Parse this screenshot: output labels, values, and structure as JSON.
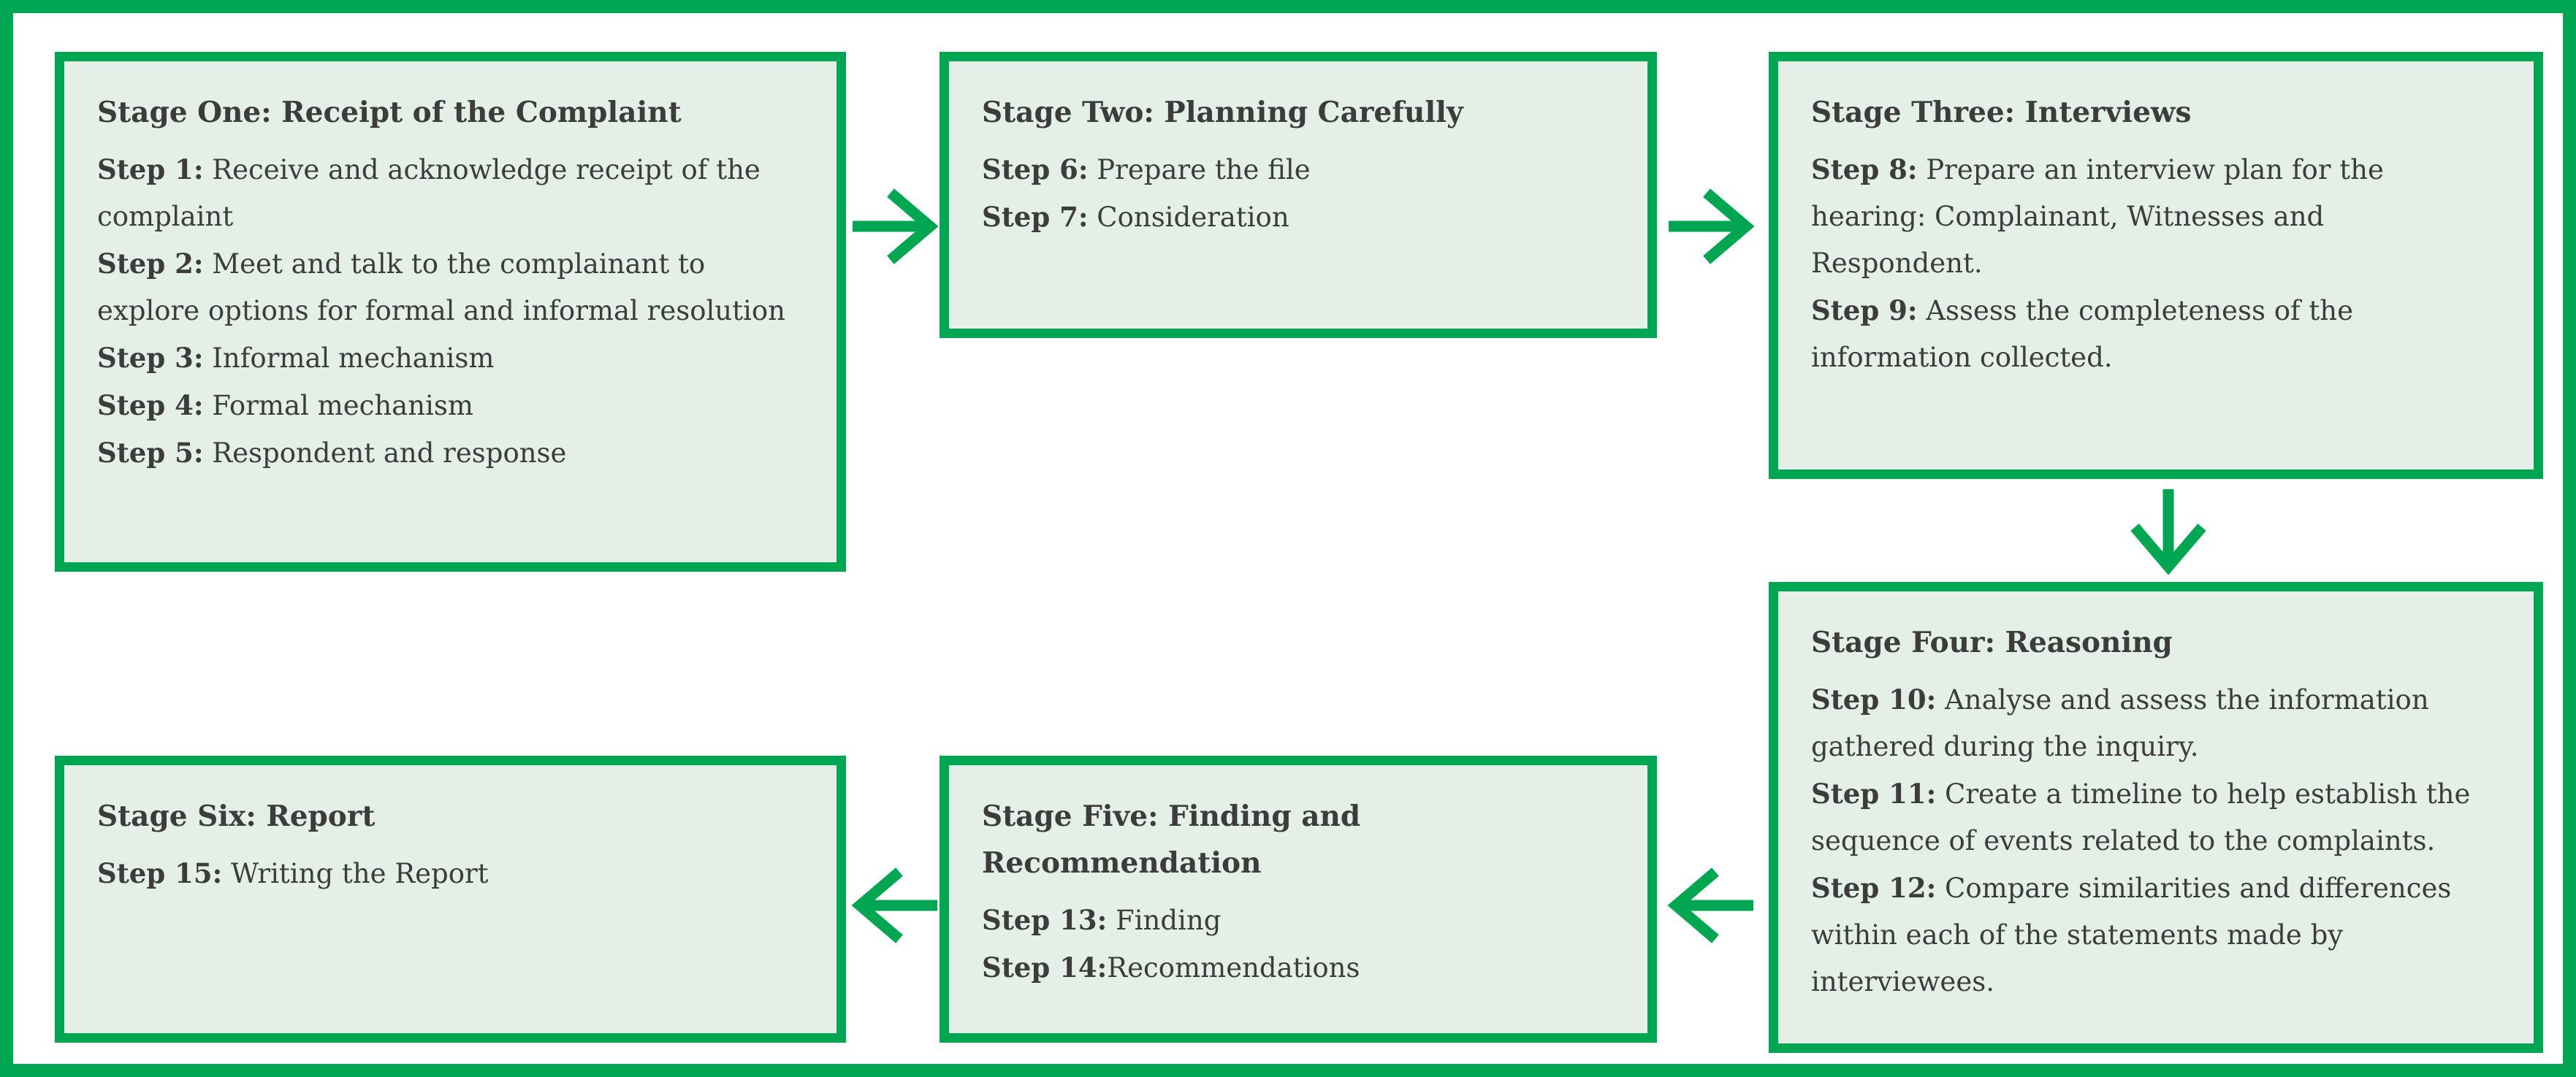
{
  "colors": {
    "green": "#00a651",
    "box_fill": "#e4efe8",
    "text": "#3c3c3c",
    "background": "#ffffff"
  },
  "stages": [
    {
      "title": "Stage One: Receipt of the Complaint",
      "steps": [
        {
          "label": "Step 1:",
          "text": " Receive and acknowledge receipt of the complaint"
        },
        {
          "label": "Step 2:",
          "text": " Meet and talk to the complainant to explore options for formal and informal resolution"
        },
        {
          "label": "Step 3:",
          "text": " Informal mechanism"
        },
        {
          "label": "Step 4:",
          "text": " Formal mechanism"
        },
        {
          "label": "Step 5:",
          "text": " Respondent and response"
        }
      ]
    },
    {
      "title": "Stage Two: Planning Carefully",
      "steps": [
        {
          "label": "Step 6:",
          "text": " Prepare the file"
        },
        {
          "label": "Step 7:",
          "text": " Consideration"
        }
      ]
    },
    {
      "title": "Stage Three: Interviews",
      "steps": [
        {
          "label": "Step 8:",
          "text": " Prepare an interview plan for the hearing: Complainant, Witnesses and Respondent."
        },
        {
          "label": "Step 9:",
          "text": " Assess the completeness of the information collected."
        }
      ]
    },
    {
      "title": "Stage Four: Reasoning",
      "steps": [
        {
          "label": "Step 10:",
          "text": " Analyse and assess the information gathered during the inquiry."
        },
        {
          "label": "Step 11:",
          "text": " Create a timeline to help establish the sequence of events related to the complaints."
        },
        {
          "label": "Step 12:",
          "text": " Compare similarities and differences within each of the statements made by interviewees."
        }
      ]
    },
    {
      "title": "Stage Five: Finding and Recommendation",
      "steps": [
        {
          "label": "Step 13:",
          "text": " Finding"
        },
        {
          "label": "Step 14:",
          "text": "Recommendations"
        }
      ]
    },
    {
      "title": "Stage Six: Report",
      "steps": [
        {
          "label": "Step 15:",
          "text": " Writing the Report"
        }
      ]
    }
  ],
  "arrows": [
    {
      "name": "stage-one-to-stage-two",
      "direction": "right"
    },
    {
      "name": "stage-two-to-stage-three",
      "direction": "right"
    },
    {
      "name": "stage-three-to-stage-four",
      "direction": "down"
    },
    {
      "name": "stage-four-to-stage-five",
      "direction": "left"
    },
    {
      "name": "stage-five-to-stage-six",
      "direction": "left"
    }
  ]
}
